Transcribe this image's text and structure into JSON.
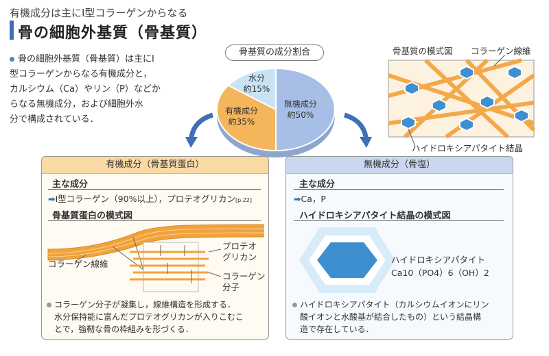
{
  "header": {
    "subtitle": "有機成分は主にⅠ型コラーゲンからなる",
    "title": "骨の細胞外基質（骨基質）"
  },
  "intro": {
    "lines": [
      "骨の細胞外基質（骨基質）は主にⅠ",
      "型コラーゲンからなる有機成分と，",
      "カルシウム（Ca）やリン（P）などか",
      "らなる無機成分，および細胞外水",
      "分で構成されている．"
    ]
  },
  "pie": {
    "title": "骨基質の成分割合",
    "slices": [
      {
        "name": "水分",
        "pct_label": "約15%",
        "value": 15,
        "color": "#c9e3f5"
      },
      {
        "name": "有機成分",
        "pct_label": "約35%",
        "value": 35,
        "color": "#f5b55a"
      },
      {
        "name": "無機成分",
        "pct_label": "約50%",
        "value": 50,
        "color": "#a7bfe6"
      }
    ]
  },
  "matrix_diagram": {
    "title": "骨基質の模式図",
    "collagen_label": "コラーゲン線維",
    "crystal_label": "ハイドロキシアパタイト結晶"
  },
  "organic_panel": {
    "header": "有機成分（骨基質蛋白）",
    "main_label": "主な成分",
    "main_text": "Ⅰ型コラーゲン（90%以上），プロテオグリカン",
    "ref": "[p.22]",
    "diagram_title": "骨基質蛋白の模式図",
    "fiber_label": "コラーゲン線維",
    "proteoglycan_label_1": "プロテオ",
    "proteoglycan_label_2": "グリカン",
    "molecule_label_1": "コラーゲン",
    "molecule_label_2": "分子",
    "note_lines": [
      "コラーゲン分子が凝集し，線維構造を形成する．",
      "水分保持能に富んだプロテオグリカンが入りこむこ",
      "とで，強靭な骨の枠組みを形づくる．"
    ]
  },
  "inorganic_panel": {
    "header": "無機成分（骨塩）",
    "main_label": "主な成分",
    "main_text": "Ca，P",
    "diagram_title": "ハイドロキシアパタイト結晶の模式図",
    "crystal_label": "ハイドロキシアパタイト",
    "formula": "Ca10（PO4）6（OH）2",
    "note_lines": [
      "ハイドロキシアパタイト（カルシウムイオンにリン",
      "酸イオンと水酸基が結合したもの）という結晶構",
      "造で存在している．"
    ]
  },
  "colors": {
    "accent": "#3f6fb6",
    "organic_head": "#f9d9a4",
    "inorganic_head": "#c9d8ef",
    "fiber": "#f2a23a"
  }
}
